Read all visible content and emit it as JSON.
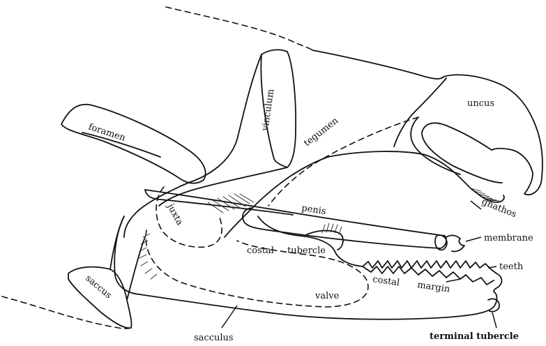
{
  "labels": {
    "foramen": "foramen",
    "vinculum": "vinculum",
    "tegumen": "tegumen",
    "uncus": "uncus",
    "gnathos": "gnathos",
    "juxta": "juxta",
    "penis": "penis",
    "membrane": "membrane",
    "costal_tubercle_1": "costal",
    "costal_tubercle_2": "tubercle",
    "teeth": "teeth",
    "costal_margin_1": "costal",
    "costal_margin_2": "margin",
    "saccus": "saccus",
    "valve": "valve",
    "sacculus": "sacculus",
    "terminal_tubercle": "terminal tubercle"
  },
  "colors": {
    "ink": "#111111",
    "paper": "#ffffff"
  }
}
